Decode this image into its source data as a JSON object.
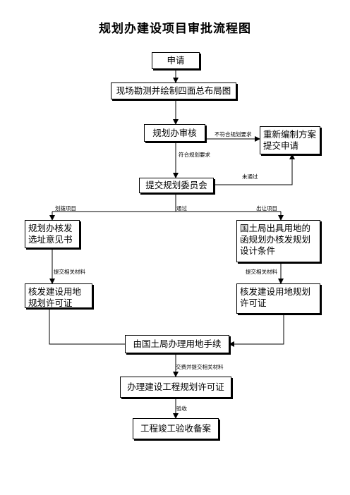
{
  "title": "规划办建设项目审批流程图",
  "nodes": {
    "apply": "申请",
    "survey": "现场勘测并绘制四面总布局图",
    "office_review": "规划办审核",
    "redraw": "重新编制方案提交申请",
    "committee": "提交规划委员会",
    "site_opinion": "规划办核发选址意见书",
    "land_letter": "国土局出具用地的函规划办核发规划设计条件",
    "permit_left": "核发建设用地规划许可证",
    "permit_right": "核发建设用地规划许可证",
    "land_procedures": "由国土局办理用地手续",
    "project_permit": "办理建设工程规划许可证",
    "acceptance": "工程竣工验收备案"
  },
  "edge_labels": {
    "not_compliant": "不符合规划要求",
    "compliant": "符合规划要求",
    "not_passed": "未通过",
    "allocated": "划拨项目",
    "passed": "通过",
    "transferred": "出让项目",
    "submit_left": "提交相关材料",
    "submit_right": "提交相关材料",
    "pay_submit": "交费并提交相关材料",
    "inspect": "验收"
  }
}
